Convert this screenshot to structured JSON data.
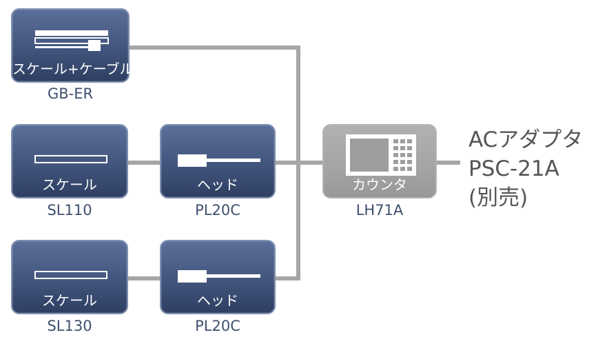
{
  "scale_with_cable": {
    "label": "スケール+ケーブル",
    "model": "GB-ER"
  },
  "scale_1": {
    "label": "スケール",
    "model": "SL110"
  },
  "head_1": {
    "label": "ヘッド",
    "model": "PL20C"
  },
  "scale_2": {
    "label": "スケール",
    "model": "SL130"
  },
  "head_2": {
    "label": "ヘッド",
    "model": "PL20C"
  },
  "counter": {
    "label": "カウンタ",
    "model": "LH71A"
  },
  "ac_adapter": {
    "name": "ACアダプタ",
    "model": "PSC-21A",
    "note": "(別売)"
  },
  "colors": {
    "box_fill": "#42557d",
    "box_border": "#7f8fb0",
    "counter_fill": "#a4a4a4",
    "wire": "#a6a6a6",
    "caption_text": "#3e4f6e",
    "adapter_text": "#555555"
  }
}
